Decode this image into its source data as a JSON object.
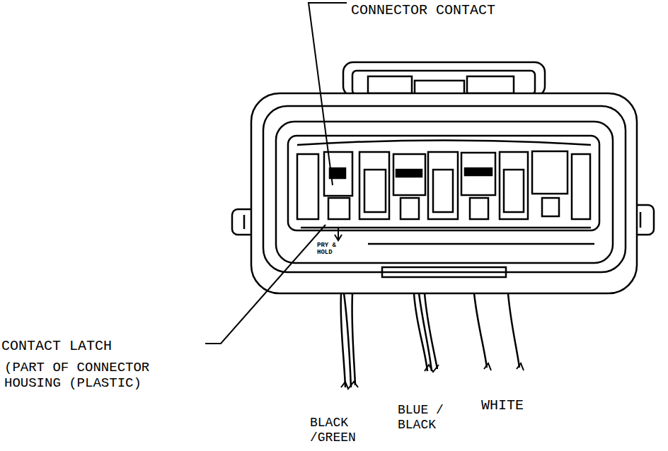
{
  "diagram": {
    "labels": [
      "CONNECTOR CONTACT",
      "CONTACT LATCH",
      "(PART OF CONNECTOR HOUSING (PLASTIC)",
      "PRY & HOLD",
      "BLACK /GREEN",
      "BLUE / BLACK",
      "WHITE"
    ]
  }
}
